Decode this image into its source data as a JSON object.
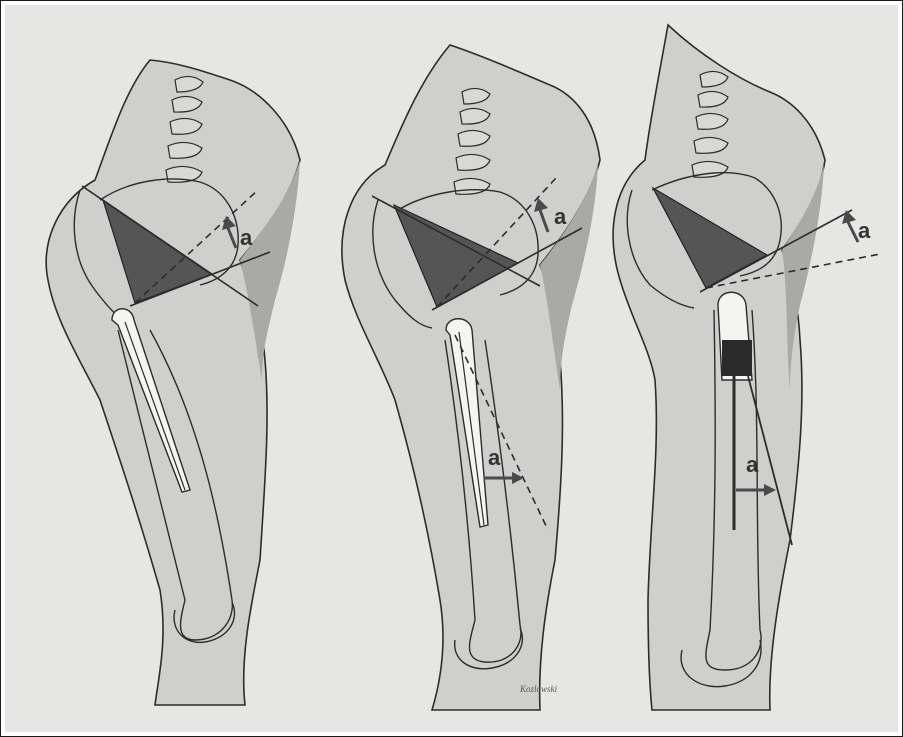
{
  "panels": [
    {
      "id": "left",
      "upper_label": "a",
      "lower_label": ""
    },
    {
      "id": "middle",
      "upper_label": "a",
      "lower_label": "a"
    },
    {
      "id": "right",
      "upper_label": "a",
      "lower_label": "a"
    }
  ],
  "signature": "Kozlowski",
  "colors": {
    "paper": "#e6e6e4",
    "ink": "#2c2c2c",
    "wash": "#c9c9c7",
    "wash_dark": "#a9a9a7",
    "triangle": "#555555",
    "spacer": "#2a2a2a"
  }
}
